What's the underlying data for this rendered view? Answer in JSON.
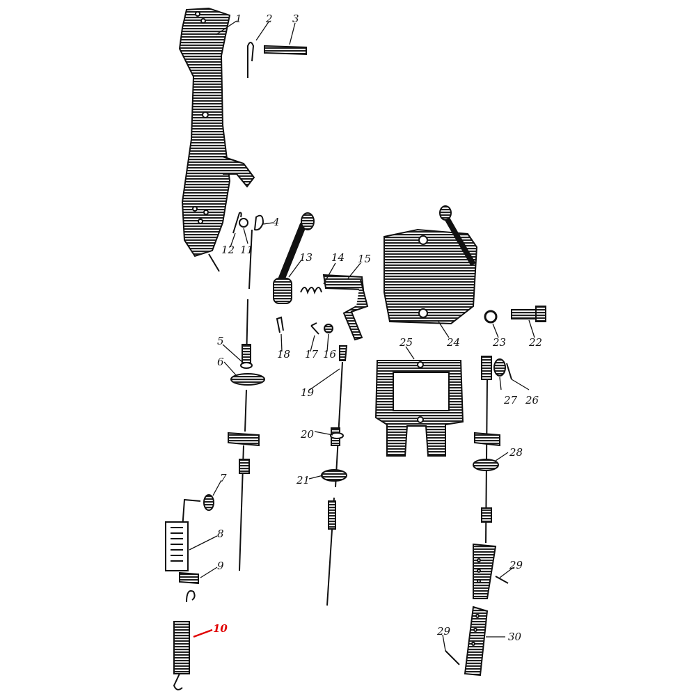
{
  "diagram": {
    "title": "",
    "callout_color": "#e00000",
    "labels": {
      "p1": "1",
      "p2": "2",
      "p3": "3",
      "p4": "4",
      "p5": "5",
      "p6": "6",
      "p7": "7",
      "p8": "8",
      "p9": "9",
      "p10": "10",
      "p11": "11",
      "p12": "12",
      "p13": "13",
      "p14": "14",
      "p15": "15",
      "p16": "16",
      "p17": "17",
      "p18": "18",
      "p19": "19",
      "p20": "20",
      "p21": "21",
      "p22": "22",
      "p23": "23",
      "p24": "24",
      "p25": "25",
      "p26": "26",
      "p27": "27",
      "p28": "28",
      "p29a": "29",
      "p29b": "29",
      "p30": "30"
    }
  }
}
